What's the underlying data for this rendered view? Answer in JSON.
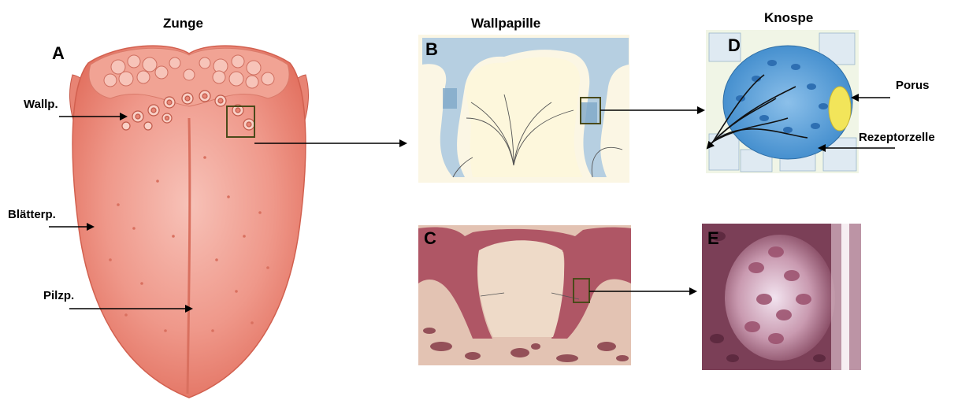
{
  "titles": {
    "zunge": "Zunge",
    "wallpapille": "Wallpapille",
    "knospe": "Knospe"
  },
  "panels": {
    "a": "A",
    "b": "B",
    "c": "C",
    "d": "D",
    "e": "E"
  },
  "labels": {
    "wallp": "Wallp.",
    "blaetterp": "Blätterp.",
    "pilzp": "Pilzp.",
    "porus": "Porus",
    "rezeptorzelle": "Rezeptorzelle"
  },
  "colors": {
    "tongue": "#ec8a7c",
    "tongue_light": "#f6b3a8",
    "papilla_blue": "#a9c8e0",
    "bud_blue": "#5b9fd6",
    "pore_yellow": "#f2e55a",
    "histo_bg": "#e6c9bd",
    "histo_dark": "#7a2a3a",
    "box": "#4a4a1a"
  }
}
